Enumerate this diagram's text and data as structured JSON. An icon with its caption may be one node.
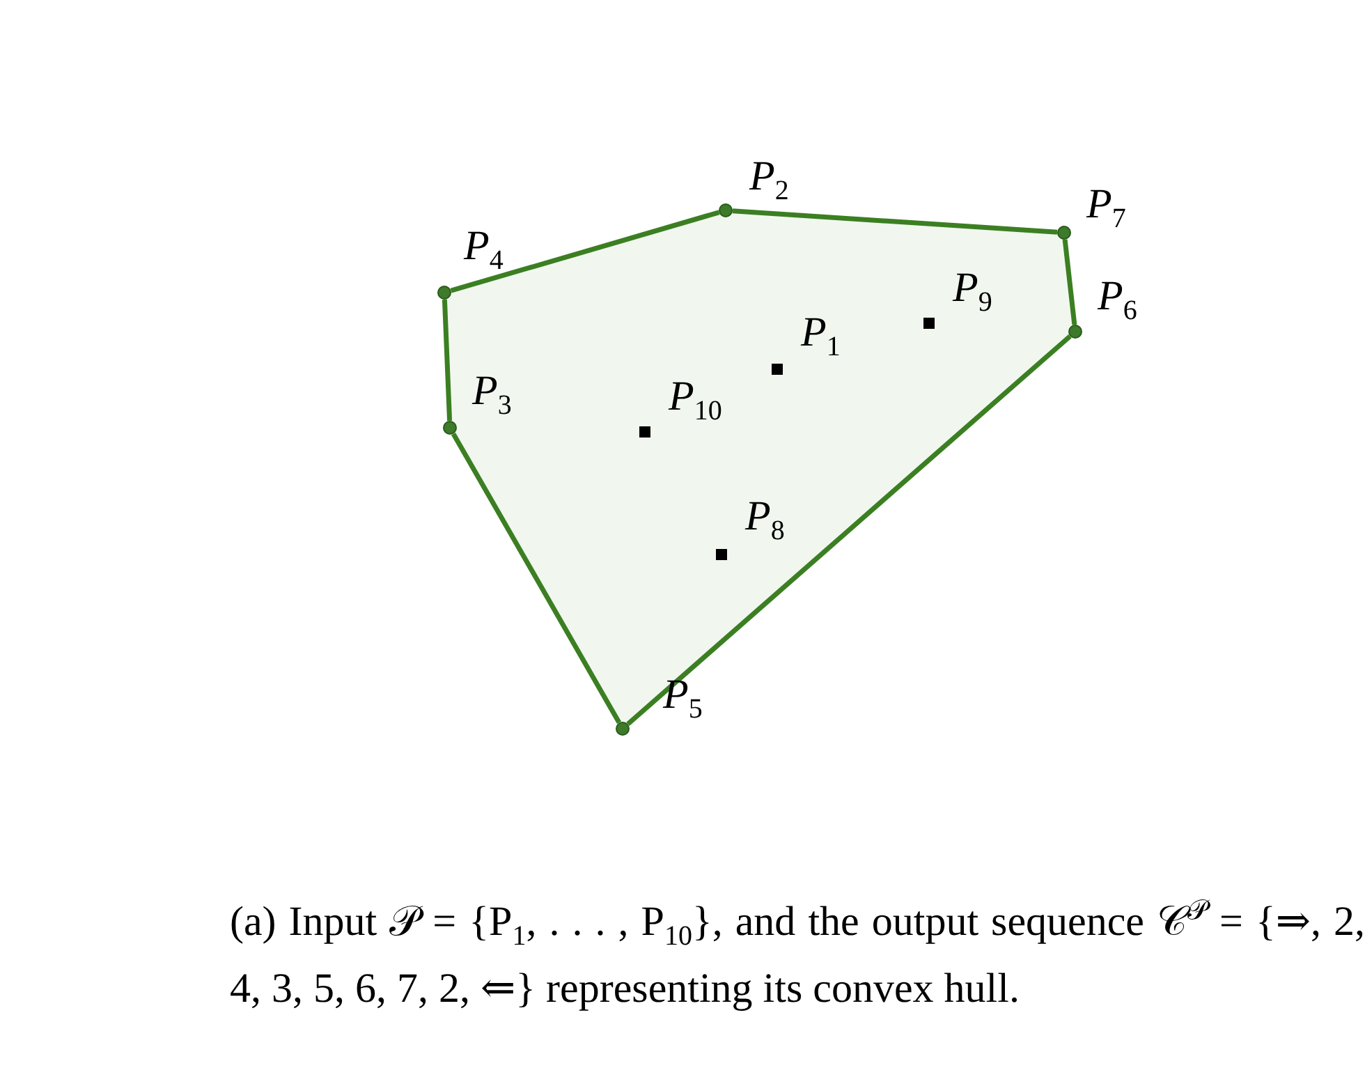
{
  "diagram": {
    "caption": "(a) Input 𝒫 = {P$_{1}$, . . . , P$_{10}$}, and the output sequence 𝒞$^{𝒫}$ = {⇒, 2, 4, 3, 5, 6, 7, 2, ⇐} representing its convex hull.",
    "nodes": [
      {
        "text": [],
        "shape": "circle",
        "beside": [
          "P$_{2}$"
        ]
      },
      {
        "text": [],
        "shape": "circle",
        "beside": [
          "P$_{7}$"
        ]
      },
      {
        "text": [],
        "shape": "circle",
        "beside": [
          "P$_{4}$"
        ]
      },
      {
        "text": [],
        "shape": "box",
        "beside": [
          "P$_{9}$"
        ]
      },
      {
        "text": [],
        "shape": "circle",
        "beside": [
          "P$_{6}$"
        ]
      },
      {
        "text": [],
        "shape": "box",
        "beside": [
          "P$_{1}$"
        ]
      },
      {
        "text": [],
        "shape": "circle",
        "beside": [
          "P$_{3}$"
        ]
      },
      {
        "text": [],
        "shape": "box",
        "beside": [
          "P$_{10}$"
        ]
      },
      {
        "text": [],
        "shape": "box",
        "beside": [
          "P$_{8}$"
        ]
      },
      {
        "text": [],
        "shape": "circle",
        "beside": [
          "P$_{5}$"
        ]
      }
    ],
    "edges": [
      {
        "from": 0,
        "to": 1,
        "arrow": "none"
      },
      {
        "from": 1,
        "to": 4,
        "arrow": "none"
      },
      {
        "from": 4,
        "to": 9,
        "arrow": "none"
      },
      {
        "from": 9,
        "to": 6,
        "arrow": "none"
      },
      {
        "from": 6,
        "to": 2,
        "arrow": "none"
      },
      {
        "from": 2,
        "to": 0,
        "arrow": "none"
      }
    ]
  }
}
